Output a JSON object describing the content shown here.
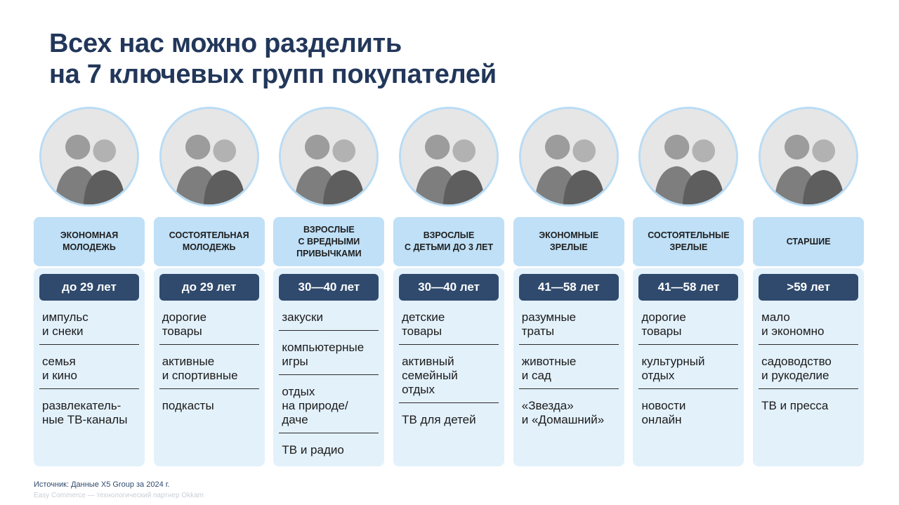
{
  "title": {
    "line1": "Всех нас можно разделить",
    "line2": "на 7 ключевых групп покупателей"
  },
  "groups": [
    {
      "name": "ЭКОНОМНАЯ\nМОЛОДЕЖЬ",
      "age": "до 29 лет",
      "items": [
        "импульс\nи снеки",
        "семья\nи кино",
        "развлекатель-\nные ТВ-каналы"
      ]
    },
    {
      "name": "СОСТОЯТЕЛЬНАЯ\nМОЛОДЕЖЬ",
      "age": "до 29 лет",
      "items": [
        "дорогие\nтовары",
        "активные\nи спортивные",
        "подкасты"
      ]
    },
    {
      "name": "ВЗРОСЛЫЕ\nС ВРЕДНЫМИ\nПРИВЫЧКАМИ",
      "age": "30—40 лет",
      "items": [
        "закуски",
        "компьютерные\nигры",
        "отдых\nна природе/\nдаче",
        "ТВ и радио"
      ]
    },
    {
      "name": "ВЗРОСЛЫЕ\nС ДЕТЬМИ ДО 3 ЛЕТ",
      "age": "30—40 лет",
      "items": [
        "детские\nтовары",
        "активный\nсемейный\nотдых",
        "ТВ для детей"
      ]
    },
    {
      "name": "ЭКОНОМНЫЕ\nЗРЕЛЫЕ",
      "age": "41—58 лет",
      "items": [
        "разумные\nтраты",
        "животные\nи сад",
        "«Звезда»\nи «Домашний»"
      ]
    },
    {
      "name": "СОСТОЯТЕЛЬНЫЕ\nЗРЕЛЫЕ",
      "age": "41—58 лет",
      "items": [
        "дорогие\nтовары",
        "культурный\nотдых",
        "новости\nонлайн"
      ]
    },
    {
      "name": "СТАРШИЕ",
      "age": ">59 лет",
      "items": [
        "мало\nи экономно",
        "садоводство\nи рукоделие",
        "ТВ и пресса"
      ]
    }
  ],
  "footer": {
    "source": "Источник: Данные X5 Group за 2024 г.",
    "partner": "Easy Commerce — технологический партнер Okkam"
  },
  "colors": {
    "title": "#22375a",
    "header_bg": "#bfe0f7",
    "body_bg": "#e3f1fb",
    "age_badge": "#2f4a6d"
  }
}
